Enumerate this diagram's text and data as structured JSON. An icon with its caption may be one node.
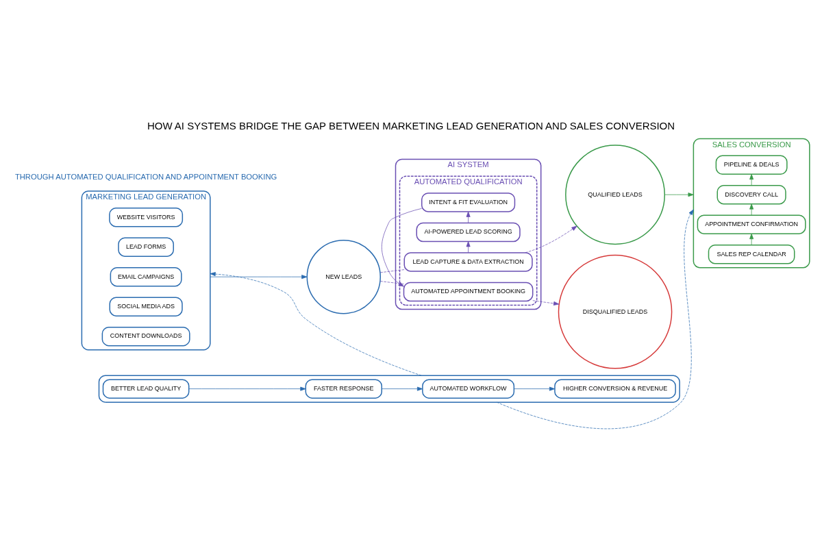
{
  "diagram": {
    "title": "HOW AI SYSTEMS BRIDGE THE GAP BETWEEN MARKETING LEAD GENERATION AND SALES CONVERSION",
    "nodes": [
      {
        "text": [
          "MARKETING LEAD GENERATION"
        ]
      },
      {
        "text": [
          "WEBSITE VISITORS"
        ],
        "in": 0
      },
      {
        "text": [
          "LEAD FORMS"
        ],
        "in": 0
      },
      {
        "text": [
          "EMAIL CAMPAIGNS"
        ],
        "in": 0
      },
      {
        "text": [
          "SOCIAL MEDIA ADS"
        ],
        "in": 0
      },
      {
        "text": [
          "CONTENT DOWNLOADS"
        ],
        "in": 0
      },
      {
        "text": [
          "NEW LEADS"
        ]
      },
      {
        "text": [
          "AI SYSTEM"
        ]
      },
      {
        "text": [
          "AUTOMATED QUALIFICATION"
        ],
        "in": 7
      },
      {
        "text": [
          "LEAD CAPTURE & DATA EXTRACTION"
        ],
        "in": 8
      },
      {
        "text": [
          "AI-POWERED LEAD SCORING"
        ],
        "in": 8
      },
      {
        "text": [
          "INTENT & FIT EVALUATION"
        ],
        "in": 8
      },
      {
        "text": [
          "AUTOMATED APPOINTMENT BOOKING"
        ],
        "in": 8
      },
      {
        "text": [
          "QUALIFIED LEADS"
        ]
      },
      {
        "text": [
          "DISQUALIFIED LEADS"
        ]
      },
      {
        "text": [
          "SALES CONVERSION"
        ]
      },
      {
        "text": [
          "SALES REP CALENDAR"
        ],
        "in": 15
      },
      {
        "text": [
          "APPOINTMENT CONFIRMATION"
        ],
        "in": 15
      },
      {
        "text": [
          "DISCOVERY CALL"
        ],
        "in": 15
      },
      {
        "text": [
          "PIPELINE & DEALS"
        ],
        "in": 15
      },
      {
        "text": [],
        "shape": "box"
      },
      {
        "text": [
          "BETTER LEAD QUALITY"
        ],
        "in": 20
      },
      {
        "text": [
          "FASTER RESPONSE"
        ],
        "in": 20
      },
      {
        "text": [
          "AUTOMATED WORKFLOW"
        ],
        "in": 20
      },
      {
        "text": [
          "HIGHER CONVERSION & REVENUE"
        ],
        "in": 20
      }
    ],
    "edges": [
      {
        "from": 0,
        "to": 6,
        "arrow": "to",
        "color": "#2b6cb0"
      },
      {
        "from": 6,
        "to": 9,
        "arrow": "none",
        "style": "dashed"
      },
      {
        "from": 6,
        "to": 12,
        "arrow": "none",
        "style": "dashed"
      },
      {
        "from": 9,
        "to": 10,
        "arrow": "to"
      },
      {
        "from": 10,
        "to": 11,
        "arrow": "to"
      },
      {
        "from": 11,
        "to": 12,
        "arrow": "to"
      },
      {
        "from": 9,
        "to": 13,
        "arrow": "to",
        "style": "dashed"
      },
      {
        "from": 12,
        "to": 14,
        "arrow": "to",
        "style": "dashed"
      },
      {
        "from": 13,
        "to": 15,
        "arrow": "to",
        "color": "#3a9a4a"
      },
      {
        "from": 16,
        "to": 17,
        "arrow": "to",
        "color": "#3a9a4a"
      },
      {
        "from": 17,
        "to": 18,
        "arrow": "to",
        "color": "#3a9a4a"
      },
      {
        "from": 18,
        "to": 19,
        "arrow": "to",
        "color": "#3a9a4a"
      },
      {
        "from": 21,
        "to": 22,
        "arrow": "to",
        "color": "#2b6cb0"
      },
      {
        "from": 22,
        "to": 23,
        "arrow": "to",
        "color": "#2b6cb0"
      },
      {
        "from": 23,
        "to": 24,
        "arrow": "to",
        "color": "#2b6cb0"
      },
      {
        "from": 20,
        "to": 0,
        "arrow": "to",
        "style": "dashed",
        "color": "#2b6cb0"
      },
      {
        "from": 20,
        "to": 15,
        "arrow": "to",
        "style": "dashed",
        "color": "#2b6cb0"
      }
    ],
    "labels": [
      "THROUGH AUTOMATED QUALIFICATION AND APPOINTMENT BOOKING"
    ]
  }
}
